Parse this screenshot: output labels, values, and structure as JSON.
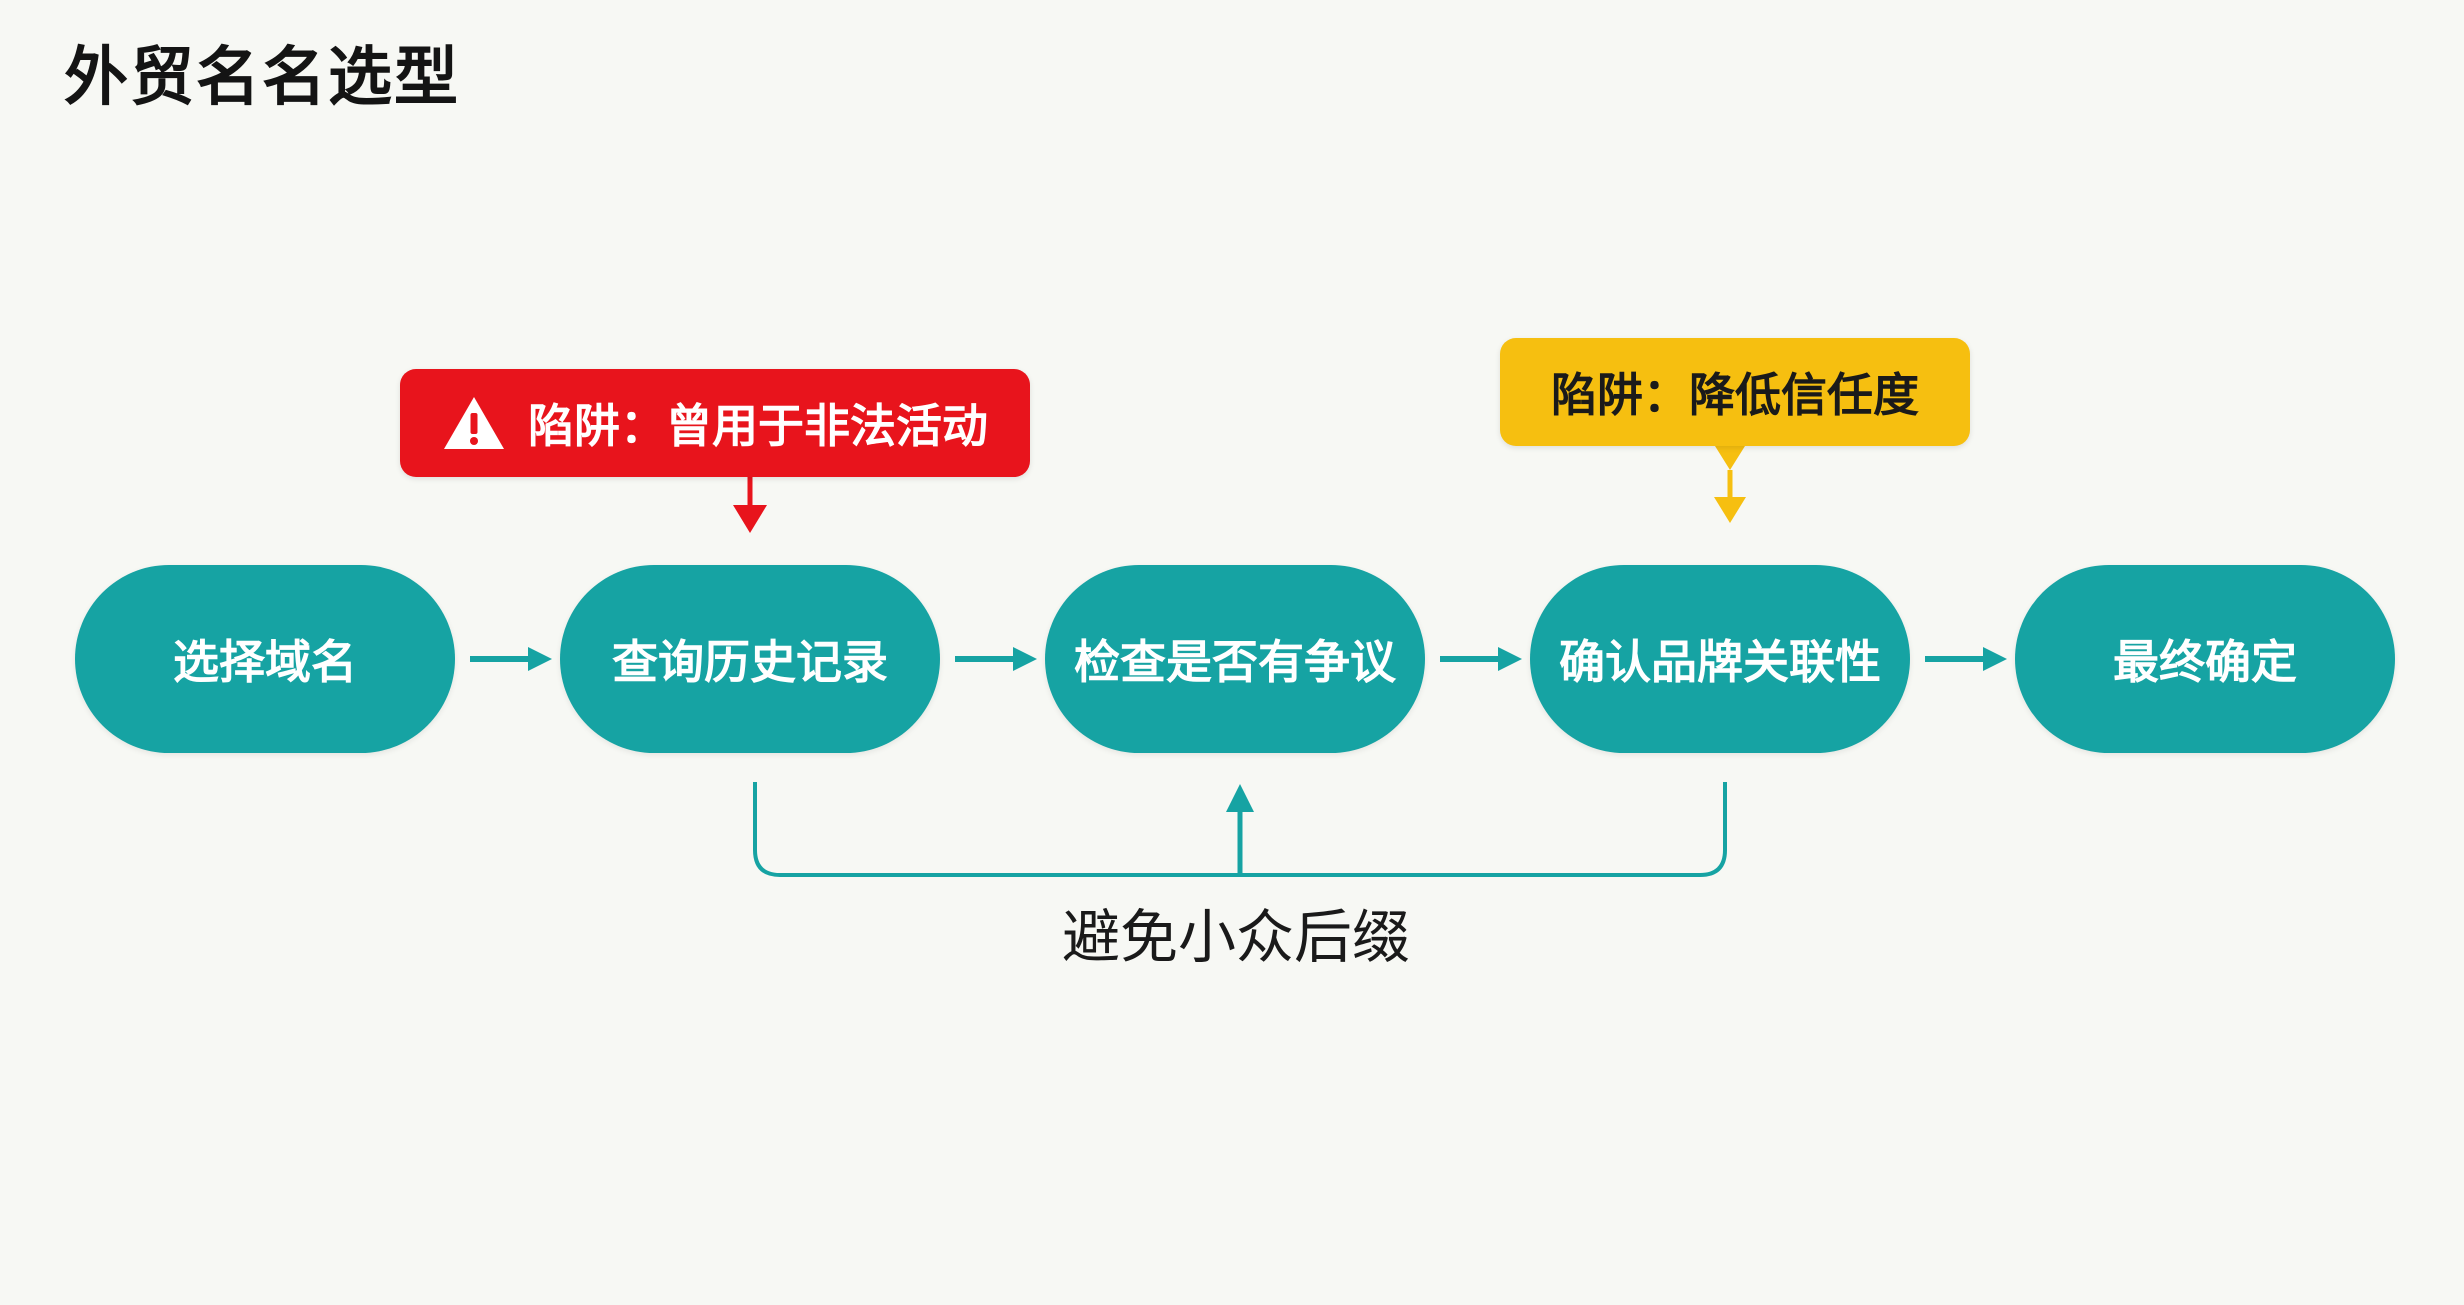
{
  "title": "外贸名名选型",
  "steps": [
    {
      "label": "选择域名"
    },
    {
      "label": "查询历史记录"
    },
    {
      "label": "检查是否有争议"
    },
    {
      "label": "确认品牌关联性"
    },
    {
      "label": "最终确定"
    }
  ],
  "callouts": {
    "illegal_use": {
      "label": "陷阱：曾用于非法活动",
      "icon": "warning-icon",
      "color": "#e8141c"
    },
    "trust": {
      "label": "陷阱：降低信任度",
      "color": "#f6bf10"
    }
  },
  "feedback_label": "避免小众后缀",
  "colors": {
    "step": "#16a3a3",
    "connector": "#16a3a3",
    "danger": "#e8141c",
    "caution": "#f6bf10"
  }
}
